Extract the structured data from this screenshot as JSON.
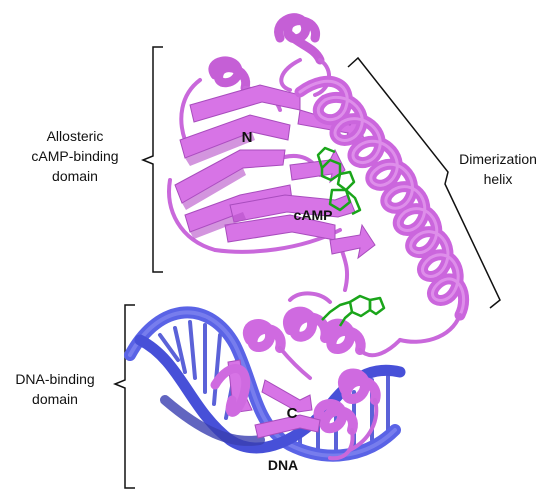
{
  "figure": {
    "labels": {
      "allosteric_line1": "Allosteric",
      "allosteric_line2": "cAMP-binding",
      "allosteric_line3": "domain",
      "dimerization_line1": "Dimerization",
      "dimerization_line2": "helix",
      "dna_binding_line1": "DNA-binding",
      "dna_binding_line2": "domain",
      "n_terminus": "N",
      "c_terminus": "C",
      "camp": "cAMP",
      "dna": "DNA"
    },
    "colors": {
      "protein": "#d070e0",
      "protein_dark": "#a040b8",
      "dna": "#5a63e6",
      "dna_dark": "#3a3fb0",
      "ligand": "#1aa51a",
      "bracket": "#111111"
    }
  }
}
